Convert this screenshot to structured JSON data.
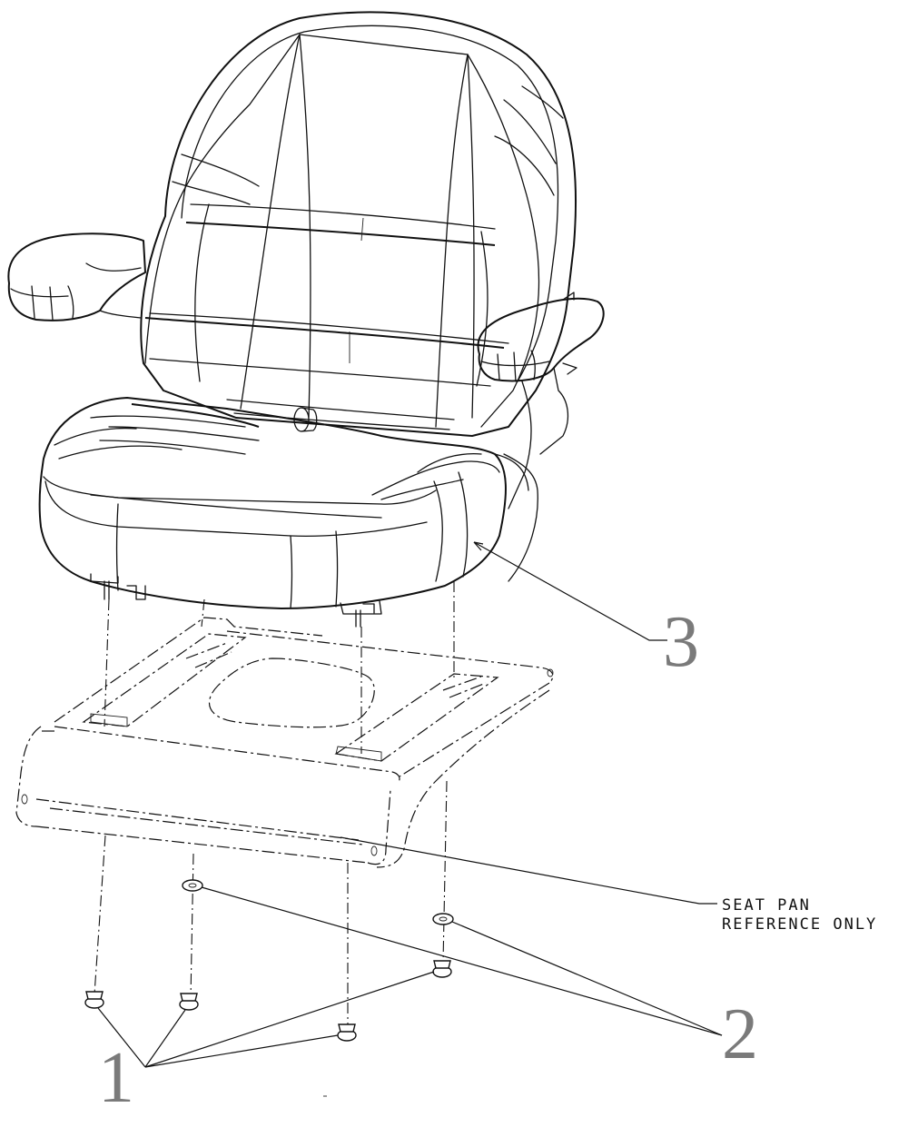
{
  "diagram": {
    "callouts": [
      {
        "id": "1",
        "label": "1"
      },
      {
        "id": "2",
        "label": "2"
      },
      {
        "id": "3",
        "label": "3"
      }
    ],
    "note": {
      "line1": "SEAT PAN",
      "line2": "REFERENCE ONLY"
    }
  }
}
